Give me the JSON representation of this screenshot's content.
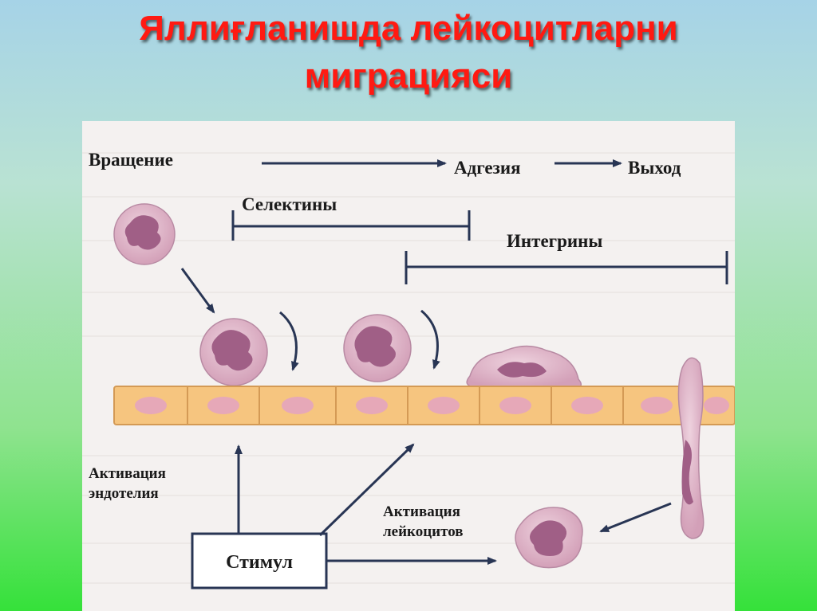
{
  "title": {
    "line1": "Яллиғланишда  лейкоцитларни",
    "line2": "миграцияси"
  },
  "diagram": {
    "rolling_label": "Вращение",
    "adhesion_label": "Адгезия",
    "exit_label": "Выход",
    "selectins_label": "Селектины",
    "integrins_label": "Интегрины",
    "endothelium_activation_label_line1": "Активация",
    "endothelium_activation_label_line2": "эндотелия",
    "leukocyte_activation_label_line1": "Активация",
    "leukocyte_activation_label_line2": "лейкоцитов",
    "stimulus_label": "Стимул",
    "colors": {
      "cell_membrane": "#d9a9bf",
      "cell_nucleus": "#a05f86",
      "endothelium_fill": "#f6c57f",
      "endothelium_nucleus": "#e6a8b8",
      "arrow": "#283554"
    }
  }
}
